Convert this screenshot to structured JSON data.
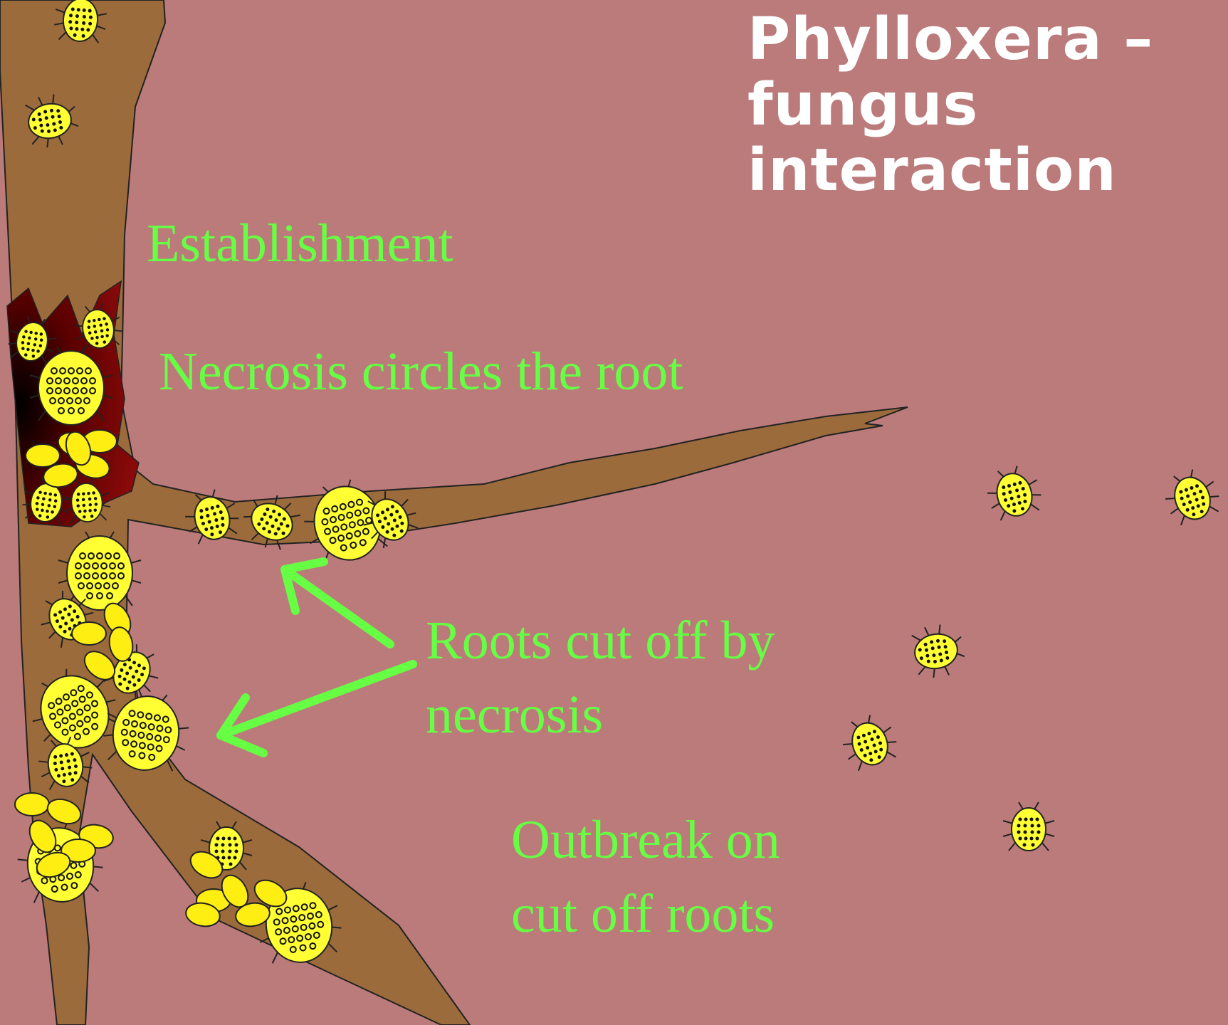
{
  "title": "Phylloxera –\nfungus\ninteraction",
  "labels": {
    "establishment": "Establishment",
    "necrosis": "Necrosis circles the root",
    "roots_cut": "Roots cut off by\nnecrosis",
    "outbreak": "Outbreak on\ncut off roots"
  },
  "colors": {
    "background": "#bb7b7b",
    "root": "#9c6b3c",
    "necrosis": "#8a0a0a",
    "insect": "#ffff33",
    "egg": "#ffee11",
    "label_text": "#66ff44",
    "arrow": "#66ff44",
    "title_text": "#ffffff"
  }
}
